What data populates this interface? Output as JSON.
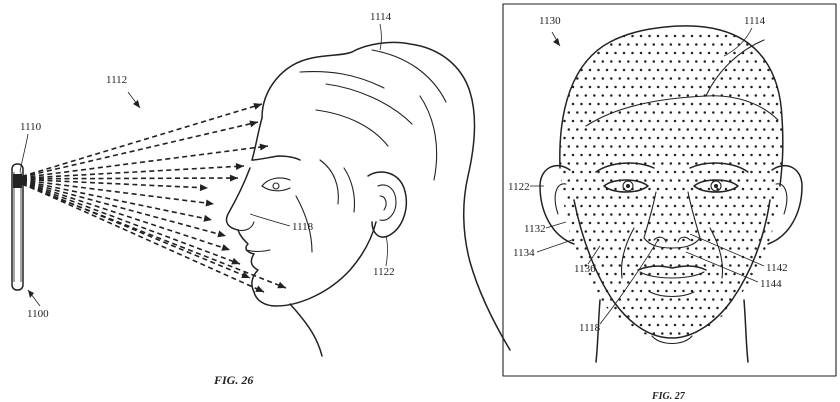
{
  "fig26": {
    "caption": "FIG. 26",
    "refs": {
      "device": "1100",
      "sensor": "1110",
      "pattern": "1112",
      "user": "1114",
      "nose": "1118",
      "ear": "1122"
    }
  },
  "fig27": {
    "caption": "FIG. 27",
    "refs": {
      "map": "1130",
      "user": "1114",
      "ear": "1122",
      "r1132": "1132",
      "r1134": "1134",
      "r1136": "1136",
      "nose": "1118",
      "r1142": "1142",
      "r1144": "1144"
    }
  }
}
